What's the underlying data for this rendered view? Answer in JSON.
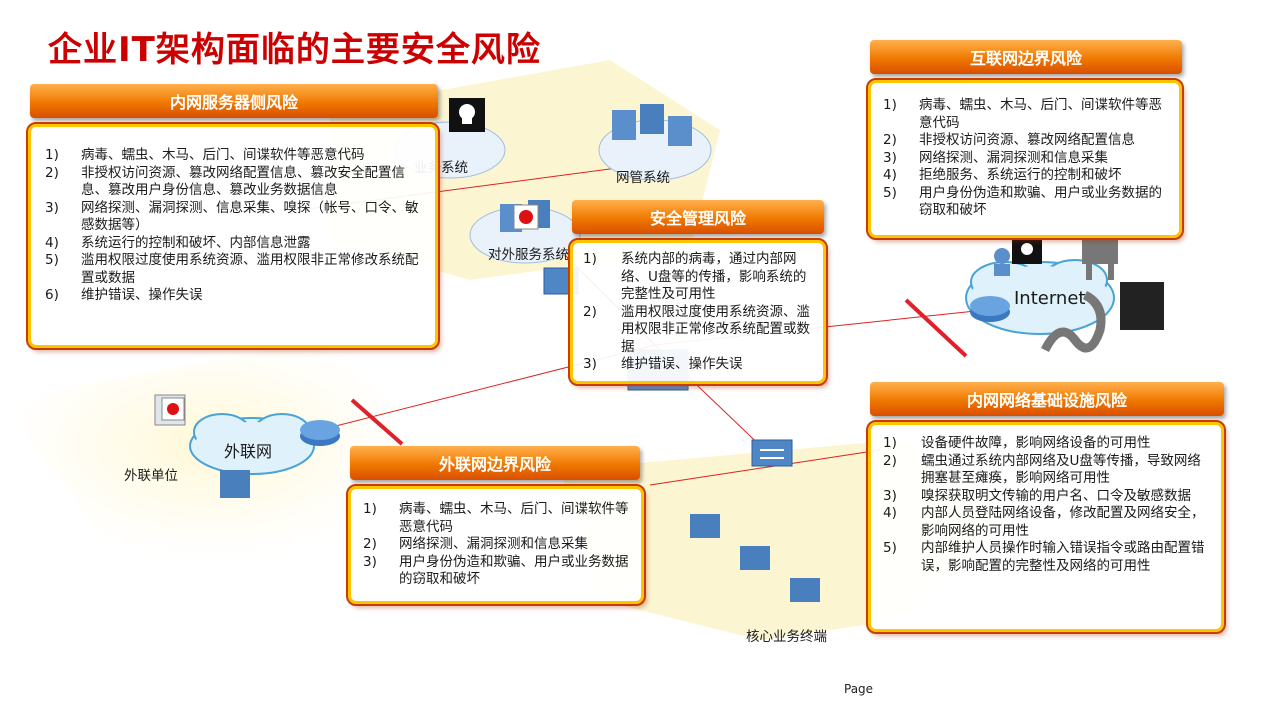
{
  "title": "企业IT架构面临的主要安全风险",
  "labels": {
    "business_system": "业务系统",
    "network_mgmt": "网管系统",
    "external_service": "对外服务系统",
    "internet": "Internet",
    "extranet": "外联网",
    "extranet_unit": "外联单位",
    "core_terminal": "核心业务终端",
    "page": "Page"
  },
  "panels": [
    {
      "id": "intranet-server",
      "header": "内网服务器侧风险",
      "items": [
        {
          "n": "1)",
          "text": "病毒、蠕虫、木马、后门、间谍软件等恶意代码"
        },
        {
          "n": "2)",
          "text": "非授权访问资源、篡改网络配置信息、篡改安全配置信息、篡改用户身份信息、篡改业务数据信息"
        },
        {
          "n": "3)",
          "text": "网络探测、漏洞探测、信息采集、嗅探（帐号、口令、敏感数据等）"
        },
        {
          "n": "4)",
          "text": "系统运行的控制和破坏、内部信息泄露"
        },
        {
          "n": "5)",
          "text": "滥用权限过度使用系统资源、滥用权限非正常修改系统配置或数据"
        },
        {
          "n": "6)",
          "text": "维护错误、操作失误"
        }
      ]
    },
    {
      "id": "internet-border",
      "header": "互联网边界风险",
      "items": [
        {
          "n": "1)",
          "text": "病毒、蠕虫、木马、后门、间谍软件等恶意代码"
        },
        {
          "n": "2)",
          "text": "非授权访问资源、篡改网络配置信息"
        },
        {
          "n": "3)",
          "text": "网络探测、漏洞探测和信息采集"
        },
        {
          "n": "4)",
          "text": "拒绝服务、系统运行的控制和破坏"
        },
        {
          "n": "5)",
          "text": "用户身份伪造和欺骗、用户或业务数据的窃取和破坏"
        }
      ]
    },
    {
      "id": "security-mgmt",
      "header": "安全管理风险",
      "items": [
        {
          "n": "1)",
          "text": "系统内部的病毒，通过内部网络、U盘等的传播，影响系统的完整性及可用性"
        },
        {
          "n": "2)",
          "text": "滥用权限过度使用系统资源、滥用权限非正常修改系统配置或数据"
        },
        {
          "n": "3)",
          "text": "维护错误、操作失误"
        }
      ]
    },
    {
      "id": "intranet-infra",
      "header": "内网网络基础设施风险",
      "items": [
        {
          "n": "1)",
          "text": "设备硬件故障，影响网络设备的可用性"
        },
        {
          "n": "2)",
          "text": "蠕虫通过系统内部网络及U盘等传播，导致网络拥塞甚至瘫痪，影响网络可用性"
        },
        {
          "n": "3)",
          "text": "嗅探获取明文传输的用户名、口令及敏感数据"
        },
        {
          "n": "4)",
          "text": "内部人员登陆网络设备，修改配置及网络安全，影响网络的可用性"
        },
        {
          "n": "5)",
          "text": "内部维护人员操作时输入错误指令或路由配置错误，影响配置的完整性及网络的可用性"
        }
      ]
    },
    {
      "id": "extranet-border",
      "header": "外联网边界风险",
      "items": [
        {
          "n": "1)",
          "text": "病毒、蠕虫、木马、后门、间谍软件等恶意代码"
        },
        {
          "n": "2)",
          "text": "网络探测、漏洞探测和信息采集"
        },
        {
          "n": "3)",
          "text": "用户身份伪造和欺骗、用户或业务数据的窃取和破坏"
        }
      ]
    }
  ]
}
